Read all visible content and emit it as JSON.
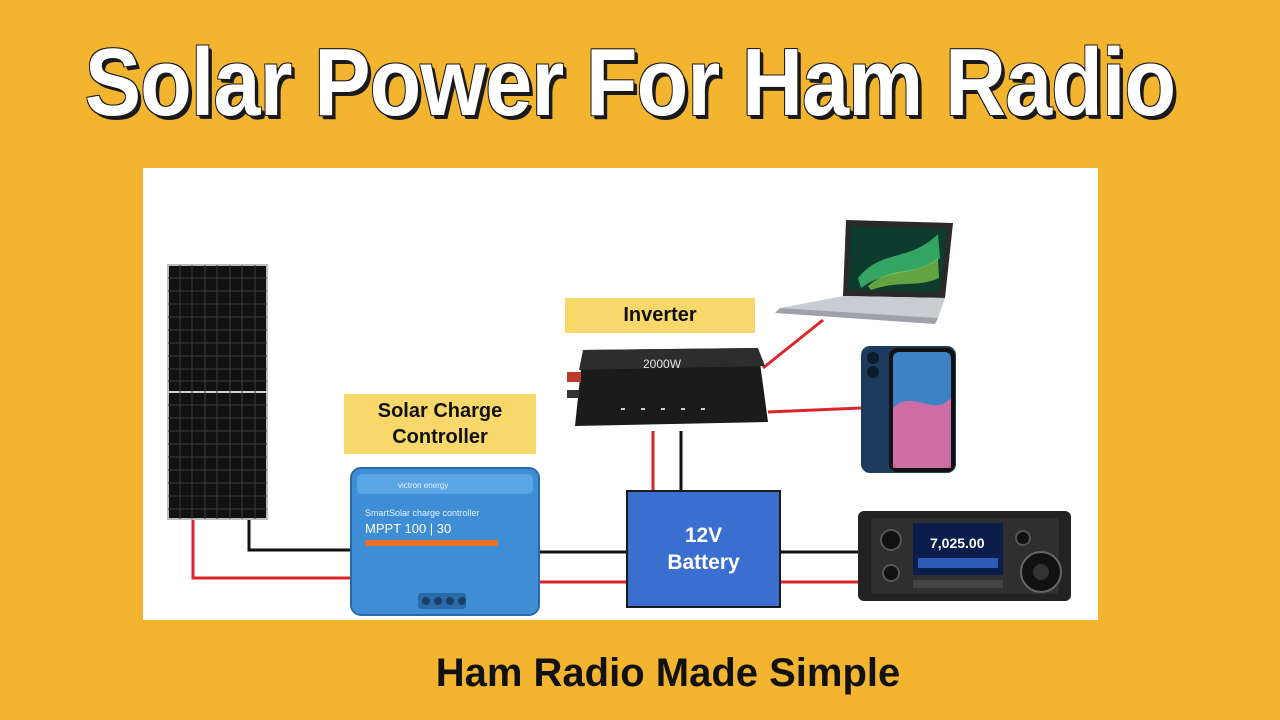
{
  "title": "Solar Power For Ham Radio",
  "footer": "Ham Radio Made Simple",
  "labels": {
    "inverter": "Inverter",
    "controller_line1": "Solar Charge",
    "controller_line2": "Controller",
    "battery_line1": "12V",
    "battery_line2": "Battery"
  },
  "devices": {
    "inverter_rating": "2000W",
    "controller_brand": "victron energy",
    "controller_line": "SmartSolar charge controller",
    "controller_model": "MPPT 100 | 30",
    "radio_frequency": "7,025.00"
  },
  "colors": {
    "background": "#F3B52F",
    "label_fill": "#F8D86A",
    "battery": "#3B6FCF",
    "positive_wire": "#D8262C",
    "negative_wire": "#111111",
    "controller": "#3E8ED6"
  },
  "icons": [
    "solar-panel-icon",
    "charge-controller-icon",
    "inverter-icon",
    "laptop-icon",
    "smartphone-icon",
    "ham-radio-transceiver-icon"
  ]
}
